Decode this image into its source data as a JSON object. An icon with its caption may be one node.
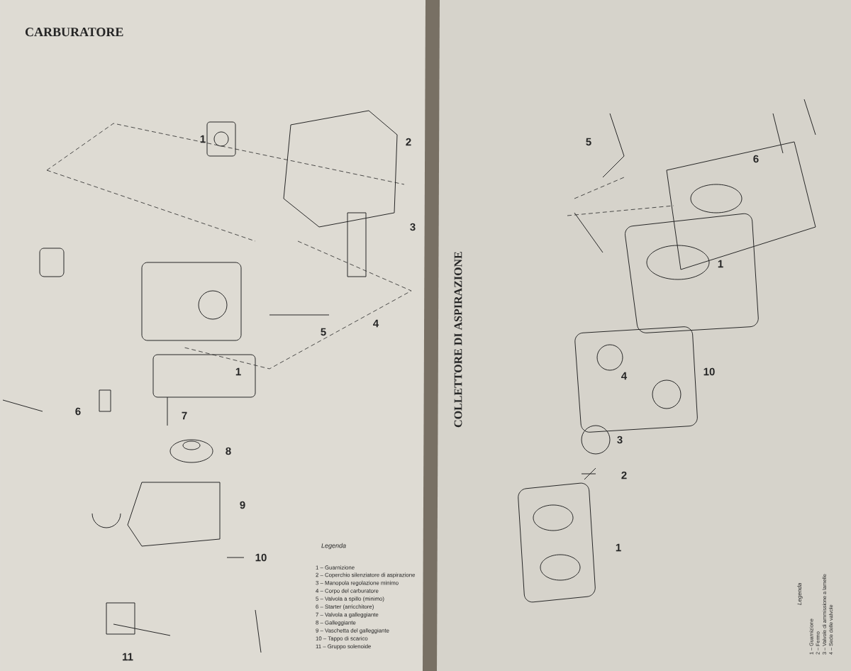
{
  "diagram": {
    "labels": [
      "CARBURATORE",
      "1",
      "2",
      "3",
      "4",
      "5",
      "1",
      "6",
      "7",
      "8",
      "9",
      "10",
      "11",
      "Legenda",
      "1 – Guarnizione",
      "2 – Coperchio silenziatore di aspirazione",
      "3 – Manopola regolazione minimo",
      "4 – Corpo del carburatore",
      "5 – Valvola a spillo (minimo)",
      "6 – Starter (arricchitore)",
      "7 – Valvola a galleggiante",
      "8 – Galleggiante",
      "9 – Vaschetta del galleggiante",
      "10 – Tappo di scarico",
      "11 – Gruppo solenoide",
      "COLLETTORE DI ASPIRAZIONE",
      "5",
      "6",
      "1",
      "4",
      "10",
      "3",
      "2",
      "1",
      "Legenda",
      "1 – Guarnizione",
      "2 – Fermo",
      "3 – Valvole di ammissione a lamelle",
      "4 – Sede delle valvole"
    ]
  }
}
